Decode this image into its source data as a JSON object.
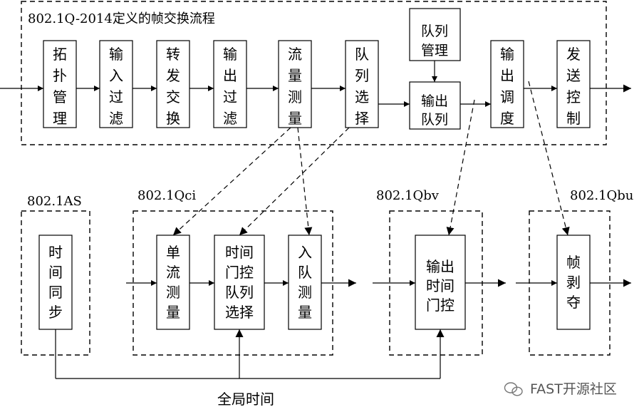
{
  "top_group": {
    "title": "802.1Q-2014定义的帧交换流程",
    "boxes": {
      "topology_management": "拓扑管理",
      "ingress_filtering": "输入过滤",
      "forwarding": "转发交换",
      "egress_filtering": "输出过滤",
      "flow_metering": "流量测量",
      "queue_selection": "队列选择",
      "queue_management": "队列管理",
      "output_queue": "输出队列",
      "transmission_selection": "输出调度",
      "transmission_control": "发送控制"
    }
  },
  "groups": {
    "as": {
      "title": "802.1AS",
      "box": "时间同步"
    },
    "qci": {
      "title": "802.1Qci",
      "stream_filter": "单流测量",
      "gate_queue": "时间门控队列选择",
      "ingress_meter": "入队测量"
    },
    "qbv": {
      "title": "802.1Qbv",
      "box": "输出时间门控"
    },
    "qbu": {
      "title": "802.1Qbu",
      "box": "帧剥夺"
    }
  },
  "global_time_label": "全局时间",
  "watermark": {
    "text": "FAST开源社区",
    "icon": "wechat-icon"
  }
}
